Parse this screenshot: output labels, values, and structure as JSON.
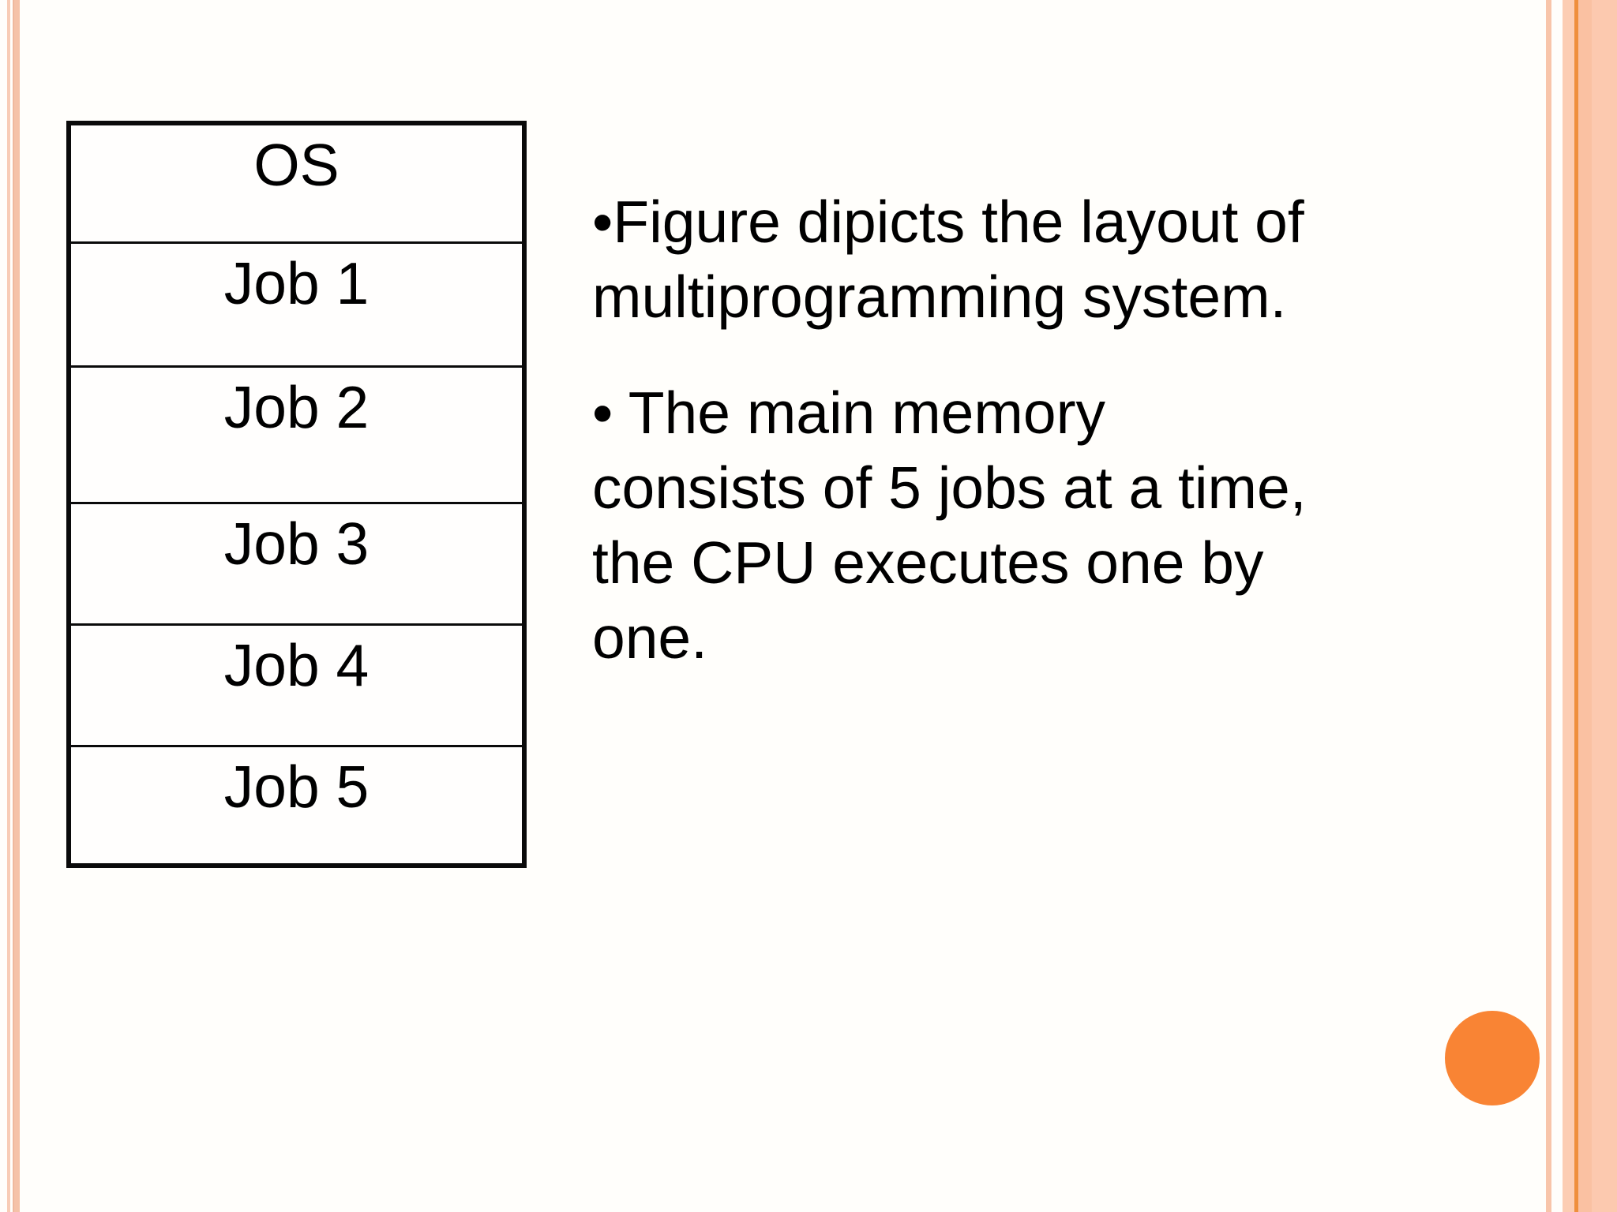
{
  "slide": {
    "kind": "presentation-slide",
    "background_color": "#fffefb"
  },
  "diagram": {
    "description": "memory layout of multiprogramming system",
    "rows": [
      "OS",
      "Job 1",
      "Job 2",
      "Job 3",
      "Job 4",
      "Job 5"
    ],
    "border_color": "#0a0a0a"
  },
  "bullets": [
    {
      "text": "•Figure dipicts the layout of multiprogramming system.",
      "lines": [
        "•Figure dipicts the layout of",
        "multiprogramming system."
      ]
    },
    {
      "text": "• The main memory consists of 5 jobs at a time, the CPU executes one by one.",
      "lines": [
        "• The main memory",
        "consists of 5 jobs at a time,",
        "the CPU executes one by",
        "one."
      ]
    }
  ],
  "decorations": {
    "circle_color": "#f98434",
    "stripe_light_peach": "#f8ccb6",
    "stripe_peach": "#f5c2a8",
    "stripe_orange_line": "#ef8f3d",
    "right_band_peach": "#fcc9af"
  }
}
